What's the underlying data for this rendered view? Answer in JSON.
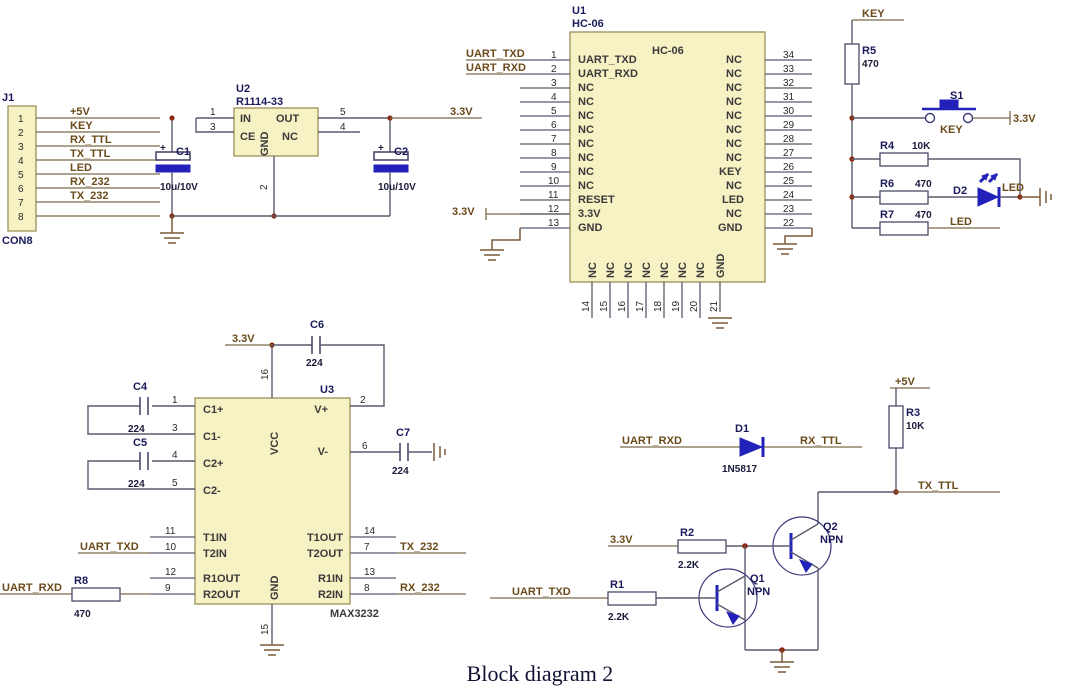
{
  "title": "Block diagram 2",
  "connector": {
    "ref": "J1",
    "footprint": "CON8",
    "pins": [
      {
        "num": "1",
        "net": "+5V"
      },
      {
        "num": "2",
        "net": "KEY"
      },
      {
        "num": "3",
        "net": "RX_TTL"
      },
      {
        "num": "4",
        "net": "TX_TTL"
      },
      {
        "num": "5",
        "net": "LED"
      },
      {
        "num": "6",
        "net": "RX_232"
      },
      {
        "num": "7",
        "net": "TX_232"
      },
      {
        "num": "8",
        "net": ""
      }
    ]
  },
  "regulator": {
    "ref": "U2",
    "part": "R1114-33",
    "pins_left": [
      {
        "num": "1",
        "name": "IN"
      },
      {
        "num": "3",
        "name": "CE"
      }
    ],
    "pins_right": [
      {
        "num": "5",
        "name": "OUT"
      },
      {
        "num": "4",
        "name": "NC"
      }
    ],
    "pin_gnd": {
      "num": "2",
      "name": "GND"
    },
    "output_net": "3.3V"
  },
  "caps_input": [
    {
      "ref": "C1",
      "value": "10u/10V",
      "polarity": "+"
    },
    {
      "ref": "C2",
      "value": "10u/10V",
      "polarity": "+"
    }
  ],
  "bluetooth": {
    "ref": "U1",
    "part": "HC-06",
    "body_label": "HC-06",
    "left_pins": [
      {
        "num": "1",
        "name": "UART_TXD",
        "net": "UART_TXD"
      },
      {
        "num": "2",
        "name": "UART_RXD",
        "net": "UART_RXD"
      },
      {
        "num": "3",
        "name": "NC",
        "net": ""
      },
      {
        "num": "4",
        "name": "NC",
        "net": ""
      },
      {
        "num": "5",
        "name": "NC",
        "net": ""
      },
      {
        "num": "6",
        "name": "NC",
        "net": ""
      },
      {
        "num": "7",
        "name": "NC",
        "net": ""
      },
      {
        "num": "8",
        "name": "NC",
        "net": ""
      },
      {
        "num": "9",
        "name": "NC",
        "net": ""
      },
      {
        "num": "10",
        "name": "NC",
        "net": ""
      },
      {
        "num": "11",
        "name": "RESET",
        "net": ""
      },
      {
        "num": "12",
        "name": "3.3V",
        "net": "3.3V"
      },
      {
        "num": "13",
        "name": "GND",
        "net": ""
      }
    ],
    "right_pins": [
      {
        "num": "34",
        "name": "NC"
      },
      {
        "num": "33",
        "name": "NC"
      },
      {
        "num": "32",
        "name": "NC"
      },
      {
        "num": "31",
        "name": "NC"
      },
      {
        "num": "30",
        "name": "NC"
      },
      {
        "num": "29",
        "name": "NC"
      },
      {
        "num": "28",
        "name": "NC"
      },
      {
        "num": "27",
        "name": "NC"
      },
      {
        "num": "26",
        "name": "KEY"
      },
      {
        "num": "25",
        "name": "NC"
      },
      {
        "num": "24",
        "name": "LED"
      },
      {
        "num": "23",
        "name": "NC"
      },
      {
        "num": "22",
        "name": "GND"
      }
    ],
    "bottom_pins": [
      {
        "num": "14",
        "name": "NC"
      },
      {
        "num": "15",
        "name": "NC"
      },
      {
        "num": "16",
        "name": "NC"
      },
      {
        "num": "17",
        "name": "NC"
      },
      {
        "num": "18",
        "name": "NC"
      },
      {
        "num": "19",
        "name": "NC"
      },
      {
        "num": "20",
        "name": "NC"
      },
      {
        "num": "21",
        "name": "GND"
      }
    ],
    "left_supply_net": "3.3V"
  },
  "key_block": {
    "net_top": "KEY",
    "r5": {
      "ref": "R5",
      "value": "470"
    },
    "switch": {
      "ref": "S1",
      "label": "KEY",
      "net": "3.3V"
    },
    "r4": {
      "ref": "R4",
      "value": "10K"
    },
    "r6": {
      "ref": "R6",
      "value": "470"
    },
    "r7": {
      "ref": "R7",
      "value": "470",
      "net": "LED"
    },
    "d2": {
      "ref": "D2",
      "label": "LED"
    }
  },
  "max3232": {
    "ref": "U3",
    "part": "MAX3232",
    "supply_net": "3.3V",
    "pins_left_top": [
      {
        "num": "1",
        "name": "C1+"
      },
      {
        "num": "3",
        "name": "C1-"
      },
      {
        "num": "4",
        "name": "C2+"
      },
      {
        "num": "5",
        "name": "C2-"
      }
    ],
    "pins_left_bottom": [
      {
        "num": "11",
        "name": "T1IN",
        "net": ""
      },
      {
        "num": "10",
        "name": "T2IN",
        "net": "UART_TXD"
      },
      {
        "num": "12",
        "name": "R1OUT",
        "net": ""
      },
      {
        "num": "9",
        "name": "R2OUT",
        "net": "UART_RXD"
      }
    ],
    "pins_right_top": [
      {
        "num": "2",
        "name": "V+"
      },
      {
        "num": "6",
        "name": "V-"
      }
    ],
    "pins_right_bottom": [
      {
        "num": "14",
        "name": "T1OUT",
        "net": ""
      },
      {
        "num": "7",
        "name": "T2OUT",
        "net": "TX_232"
      },
      {
        "num": "13",
        "name": "R1IN",
        "net": ""
      },
      {
        "num": "8",
        "name": "R2IN",
        "net": "RX_232"
      }
    ],
    "pin_vcc": {
      "num": "16",
      "name": "VCC"
    },
    "pin_gnd": {
      "num": "15",
      "name": "GND"
    },
    "caps": [
      {
        "ref": "C4",
        "value": "224"
      },
      {
        "ref": "C5",
        "value": "224"
      },
      {
        "ref": "C6",
        "value": "224"
      },
      {
        "ref": "C7",
        "value": "224"
      }
    ],
    "r8": {
      "ref": "R8",
      "value": "470"
    }
  },
  "level_shift": {
    "d1": {
      "ref": "D1",
      "part": "1N5817",
      "in_net": "UART_RXD",
      "out_net": "RX_TTL"
    },
    "r3": {
      "ref": "R3",
      "value": "10K",
      "supply": "+5V"
    },
    "r2": {
      "ref": "R2",
      "value": "2.2K",
      "supply": "3.3V"
    },
    "r1": {
      "ref": "R1",
      "value": "2.2K",
      "in_net": "UART_TXD"
    },
    "q1": {
      "ref": "Q1",
      "type": "NPN"
    },
    "q2": {
      "ref": "Q2",
      "type": "NPN"
    },
    "out_net": "TX_TTL"
  }
}
